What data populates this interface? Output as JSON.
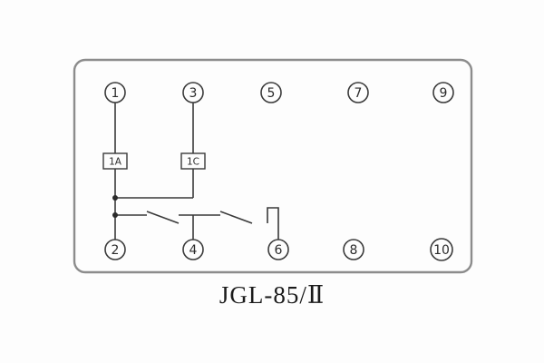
{
  "caption": "JGL-85/Ⅱ",
  "relay": {
    "terminals": {
      "top": [
        "1",
        "3",
        "5",
        "7",
        "9"
      ],
      "bottom": [
        "2",
        "4",
        "6",
        "8",
        "10"
      ]
    },
    "coils": [
      {
        "label": "1A"
      },
      {
        "label": "1C"
      }
    ]
  }
}
